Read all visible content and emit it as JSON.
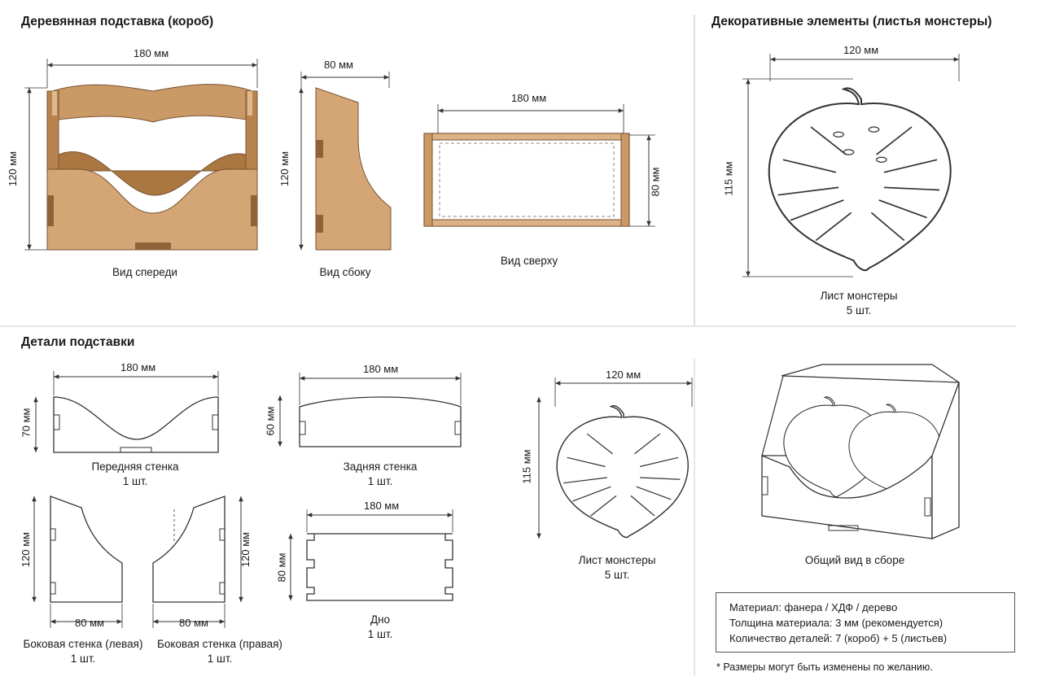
{
  "sections": {
    "stand_title": "Деревянная подставка (короб)",
    "decor_title": "Декоративные элементы (листья монстеры)",
    "parts_title": "Детали подставки"
  },
  "views": {
    "front": "Вид спереди",
    "side": "Вид сбоку",
    "top": "Вид сверху"
  },
  "dims": {
    "d180": "180 мм",
    "d120": "120 мм",
    "d80": "80 мм",
    "d115": "115 мм",
    "d70": "70 мм",
    "d60": "60 мм"
  },
  "leaf_big": {
    "name": "Лист монстеры",
    "qty": "5 шт."
  },
  "parts": {
    "front_wall": {
      "name": "Передняя стенка",
      "qty": "1 шт."
    },
    "back_wall": {
      "name": "Задняя стенка",
      "qty": "1 шт."
    },
    "side_left": {
      "name": "Боковая стенка (левая)",
      "qty": "1 шт."
    },
    "side_right": {
      "name": "Боковая стенка (правая)",
      "qty": "1 шт."
    },
    "bottom": {
      "name": "Дно",
      "qty": "1 шт."
    },
    "leaf": {
      "name": "Лист монстеры",
      "qty": "5 шт."
    },
    "assembly": {
      "name": "Общий вид в сборе"
    }
  },
  "notes": {
    "material": "Материал: фанера / ХДФ / дерево",
    "thickness": "Толщина материала: 3 мм (рекомендуется)",
    "count": "Количество деталей: 7 (короб) + 5 (листьев)",
    "footnote": "* Размеры могут быть изменены по желанию."
  },
  "colors": {
    "wood": "#c99a66",
    "wood_dark": "#8f6337",
    "wood_light": "#dcb387",
    "line": "#333333"
  }
}
